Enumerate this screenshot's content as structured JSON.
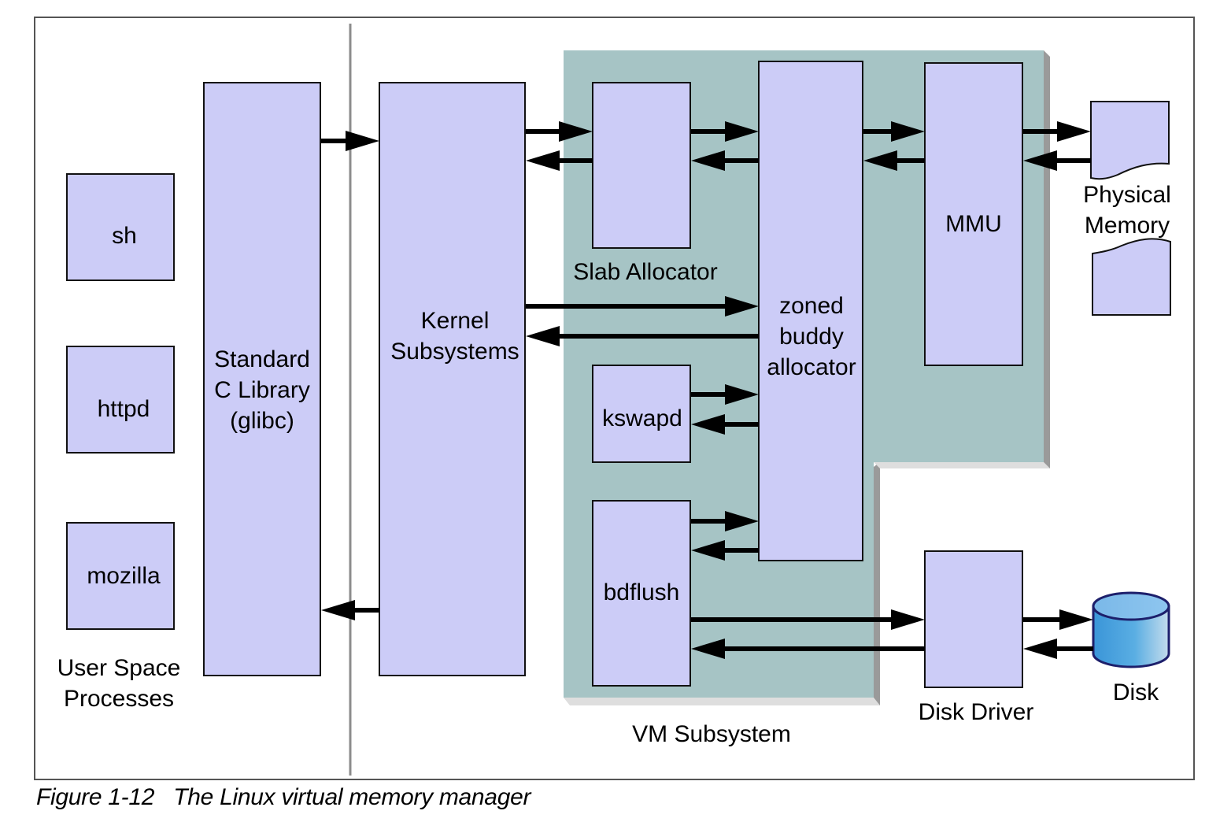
{
  "figure": {
    "caption_label": "Figure 1-12",
    "caption_text": "The Linux virtual memory manager",
    "colors": {
      "box_fill": "#ccccf7",
      "box_stroke": "#111111",
      "vm_region_fill": "#a6c4c5",
      "vm_region_shadow": "#9a9a9a",
      "vm_region_highlight": "#dedede",
      "divider": "#8c8c8c",
      "frame": "#555555",
      "arrow": "#000000",
      "disk_fill": "#4aa3df",
      "disk_stroke": "#1d1f6b"
    }
  },
  "user_space": {
    "processes": [
      {
        "id": "sh",
        "label": "sh"
      },
      {
        "id": "httpd",
        "label": "httpd"
      },
      {
        "id": "mozilla",
        "label": "mozilla"
      }
    ],
    "group_label_line1": "User Space",
    "group_label_line2": "Processes"
  },
  "glibc": {
    "line1": "Standard",
    "line2": "C Library",
    "line3": "(glibc)"
  },
  "kernel": {
    "line1": "Kernel",
    "line2": "Subsystems"
  },
  "vm": {
    "label": "VM Subsystem",
    "slab": {
      "label": "Slab Allocator"
    },
    "buddy": {
      "line1": "zoned",
      "line2": "buddy",
      "line3": "allocator"
    },
    "kswapd": {
      "label": "kswapd"
    },
    "bdflush": {
      "label": "bdflush"
    },
    "mmu": {
      "label": "MMU"
    }
  },
  "external": {
    "physical_memory": {
      "line1": "Physical",
      "line2": "Memory"
    },
    "disk_driver": {
      "label": "Disk Driver"
    },
    "disk": {
      "label": "Disk"
    }
  },
  "arrows": [
    {
      "from": "glibc",
      "to": "kernel"
    },
    {
      "from": "kernel",
      "to": "glibc"
    },
    {
      "from": "kernel",
      "to": "slab"
    },
    {
      "from": "slab",
      "to": "kernel"
    },
    {
      "from": "slab",
      "to": "buddy"
    },
    {
      "from": "buddy",
      "to": "slab"
    },
    {
      "from": "buddy",
      "to": "mmu"
    },
    {
      "from": "mmu",
      "to": "buddy"
    },
    {
      "from": "mmu",
      "to": "physical_memory"
    },
    {
      "from": "physical_memory",
      "to": "mmu"
    },
    {
      "from": "kernel",
      "to": "buddy"
    },
    {
      "from": "buddy",
      "to": "kernel"
    },
    {
      "from": "kswapd",
      "to": "buddy"
    },
    {
      "from": "buddy",
      "to": "kswapd"
    },
    {
      "from": "bdflush",
      "to": "buddy"
    },
    {
      "from": "buddy",
      "to": "bdflush"
    },
    {
      "from": "bdflush",
      "to": "disk_driver"
    },
    {
      "from": "disk_driver",
      "to": "bdflush"
    },
    {
      "from": "disk_driver",
      "to": "disk"
    },
    {
      "from": "disk",
      "to": "disk_driver"
    }
  ]
}
